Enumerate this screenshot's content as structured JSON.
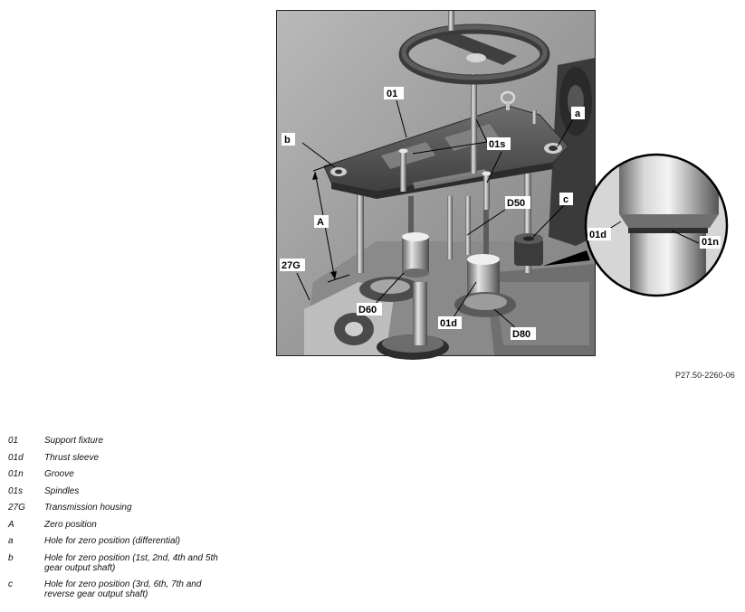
{
  "figure": {
    "reference": "P27.50-2260-06",
    "callouts": {
      "c01": "01",
      "c01s": "01s",
      "ca": "a",
      "cb": "b",
      "cA": "A",
      "c27G": "27G",
      "cD50": "D50",
      "cc": "c",
      "cD60": "D60",
      "c01d": "01d",
      "cD80": "D80",
      "c01d_detail": "01d",
      "c01n_detail": "01n"
    }
  },
  "legend": [
    {
      "code": "01",
      "text": "Support fixture"
    },
    {
      "code": "01d",
      "text": "Thrust sleeve"
    },
    {
      "code": "01n",
      "text": "Groove"
    },
    {
      "code": "01s",
      "text": "Spindles"
    },
    {
      "code": "27G",
      "text": "Transmission housing"
    },
    {
      "code": "A",
      "text": "Zero position"
    },
    {
      "code": "a",
      "text": "Hole for zero position (differential)"
    },
    {
      "code": "b",
      "text": "Hole for zero position (1st, 2nd, 4th and 5th gear output shaft)"
    },
    {
      "code": "c",
      "text": "Hole for zero position (3rd, 6th, 7th and reverse gear output shaft)"
    }
  ]
}
